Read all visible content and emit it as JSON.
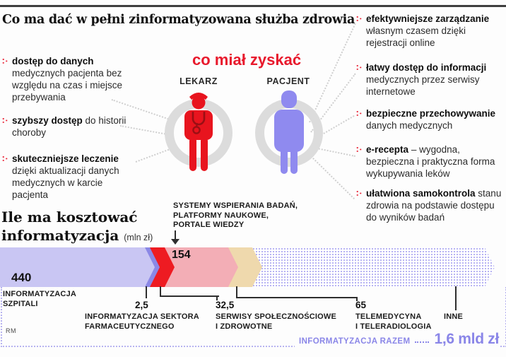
{
  "header": {
    "title": "Co ma dać w pełni zinformatyzowana służba zdrowia"
  },
  "center": {
    "heading": "co miał zyskać",
    "doctor_label": "LEKARZ",
    "patient_label": "PACJENT"
  },
  "benefits_left": [
    {
      "bold": "dostęp do danych",
      "text": "medycznych pacjenta bez względu na czas i miejsce przebywania"
    },
    {
      "bold": "szybszy dostęp",
      "text": "do historii choroby"
    },
    {
      "bold": "skuteczniejsze leczenie",
      "text": "dzięki aktualizacji danych medycznych w karcie pacjenta"
    }
  ],
  "benefits_right": [
    {
      "bold": "efektywniejsze zarządzanie",
      "text": "własnym czasem dzięki rejestracji online"
    },
    {
      "bold": "łatwy dostęp do informacji",
      "text": "medycznych przez serwisy internetowe"
    },
    {
      "bold": "bezpieczne przechowywanie",
      "text": "danych medycznych"
    },
    {
      "bold": "e-recepta",
      "text": "– wygodna, bezpieczna i praktyczna forma wykupywania leków"
    },
    {
      "bold": "ułatwiona samokontrola",
      "text": "stanu zdrowia na podstawie dostępu do wyników badań"
    }
  ],
  "cost": {
    "title_line1": "Ile ma kosztować",
    "title_line2": "informatyzacja",
    "unit": "(mln zł)",
    "annotation": [
      "SYSTEMY WSPIERANIA BADAŃ,",
      "PLATFORMY NAUKOWE,",
      "PORTALE WIEDZY"
    ],
    "total_label": "INFORMATYZACJA RAZEM",
    "total_value": "1,6 mld zł",
    "source": "RM"
  },
  "seg_labels": {
    "s0": [
      "INFORMATYZACJA",
      "SZPITALI"
    ],
    "s1": [
      "INFORMATYZACJA SEKTORA",
      "FARMACEUTYCZNEGO"
    ],
    "s2": [
      "SERWISY SPOŁECZNOŚCIOWE",
      "I ZDROWOTNE"
    ],
    "s4": [
      "TELEMEDYCYNA",
      "I TELERADIOLOGIA"
    ],
    "s5": "INNE"
  },
  "chart_data": {
    "type": "bar",
    "title": "Ile ma kosztować informatyzacja",
    "unit": "mln zł",
    "orientation": "horizontal-proportional",
    "segments": [
      {
        "label": "INFORMATYZACJA SZPITALI",
        "value": 440,
        "value_label": "440",
        "color": "#c9c6f3"
      },
      {
        "label": "INFORMATYZACJA SEKTORA FARMACEUTYCZNEGO",
        "value": 2.5,
        "value_label": "2,5",
        "color": "#8b88e6"
      },
      {
        "label": "SERWISY SPOŁECZNOŚCIOWE I ZDROWOTNE",
        "value": 32.5,
        "value_label": "32,5",
        "color": "#ee1b22"
      },
      {
        "label": "SYSTEMY WSPIERANIA BADAŃ, PLATFORMY NAUKOWE, PORTALE WIEDZY",
        "value": 154,
        "value_label": "154",
        "color": "#f3aeb6"
      },
      {
        "label": "TELEMEDYCYNA I TELERADIOLOGIA",
        "value": 65,
        "value_label": "65",
        "color": "#efd9ad"
      },
      {
        "label": "INNE",
        "value": null,
        "value_label": "",
        "color": "dotted-lavender-pattern"
      }
    ],
    "total": {
      "label": "INFORMATYZACJA RAZEM",
      "value": "1,6 mld zł"
    }
  },
  "colors": {
    "accent_red": "#e8192c",
    "doctor_red": "#e8141e",
    "patient_purple": "#8f8aef",
    "periwinkle": "#8a86e8",
    "ring_gray": "#dcdcdc"
  }
}
